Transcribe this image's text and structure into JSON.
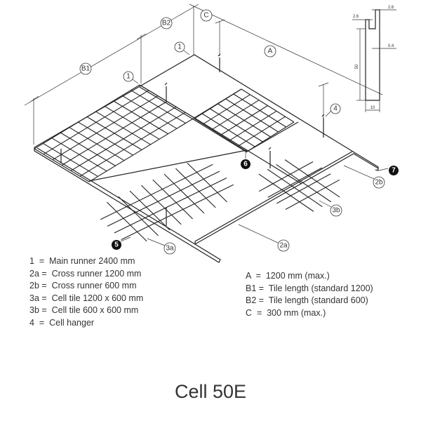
{
  "diagram": {
    "callouts": {
      "c": "C",
      "b2": "B2",
      "b1": "B1",
      "one_a": "1",
      "one_b": "1",
      "a": "A",
      "four": "4",
      "six": "6",
      "seven": "7",
      "two_b": "2b",
      "three_b": "3b",
      "five": "5",
      "three_a": "3a",
      "two_a": "2a"
    },
    "profile": {
      "top_left": "2.6",
      "top_right": "2.6",
      "wall": "0.4",
      "height": "50",
      "width": "10"
    }
  },
  "legend_left": [
    "1  =  Main runner 2400 mm",
    "2a =  Cross runner 1200 mm",
    "2b =  Cross runner 600 mm",
    "3a =  Cell tile 1200 x 600 mm",
    "3b =  Cell tile 600 x 600 mm",
    "4  =  Cell hanger"
  ],
  "legend_right": [
    "A  =  1200 mm (max.)",
    "B1 =  Tile length (standard 1200)",
    "B2 =  Tile length (standard 600)",
    "C  =  300 mm (max.)"
  ],
  "caption": "Cell 50E"
}
